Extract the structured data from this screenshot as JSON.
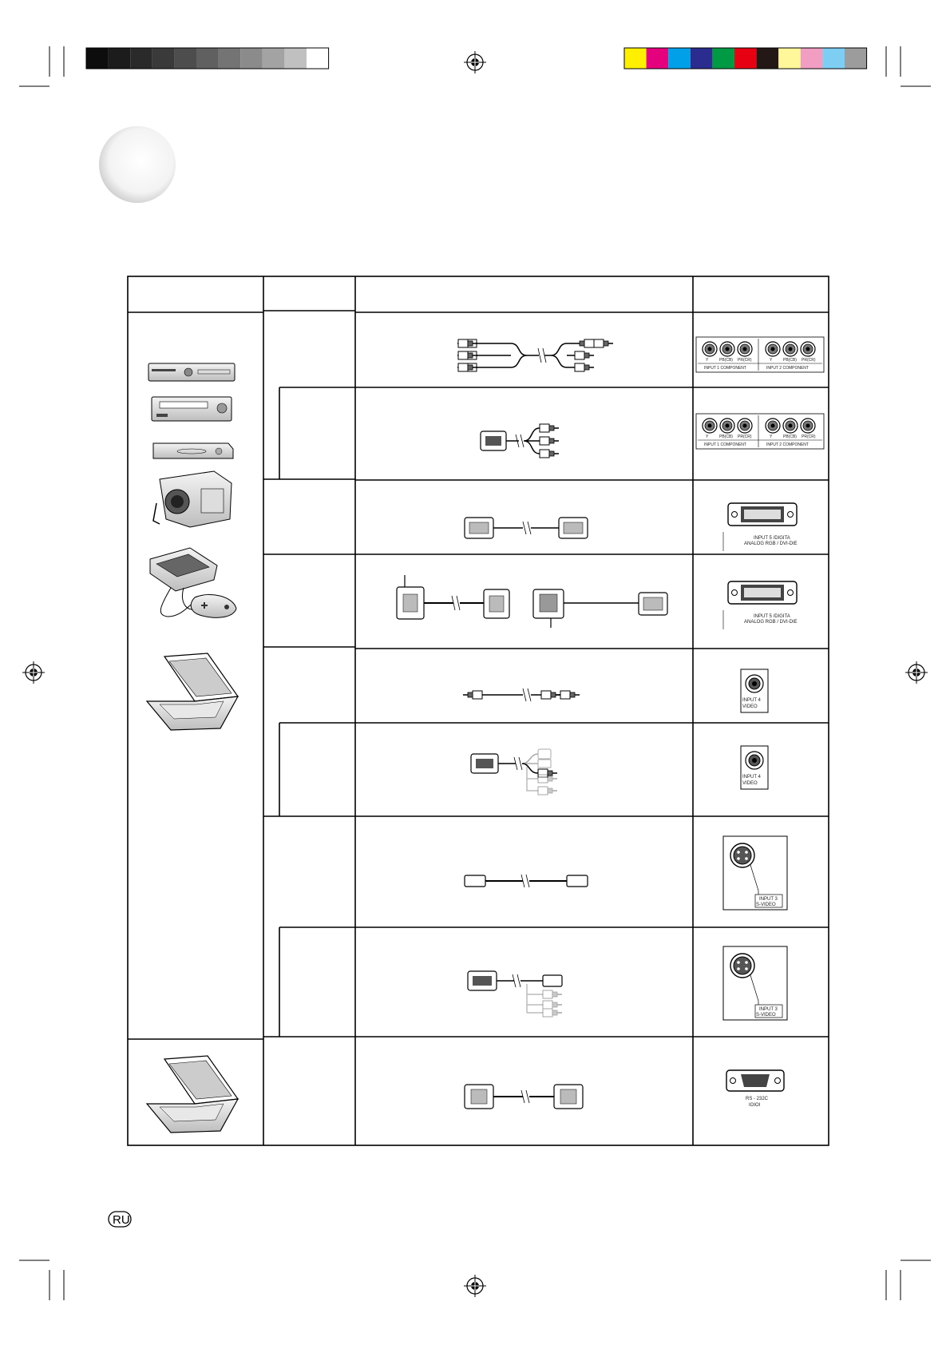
{
  "colors": {
    "grays": [
      "#0d0d0d",
      "#1c1c1c",
      "#2a2a2a",
      "#3a3a3a",
      "#4d4d4d",
      "#606060",
      "#747474",
      "#8b8b8b",
      "#a3a3a3",
      "#c0c0c0",
      "#ffffff"
    ],
    "process": [
      "#ffef00",
      "#e5007e",
      "#00a0e9",
      "#2a2d8f",
      "#009944",
      "#e60012",
      "#231815",
      "#fff799",
      "#f19ec2",
      "#7ecef4",
      "#9c9c9c"
    ],
    "border": "#000000"
  },
  "jacks": {
    "component_row_1": {
      "input1_labels": [
        "Y",
        "PB(CB)",
        "PR(CR)"
      ],
      "input2_labels": [
        "Y",
        "PB(CB)",
        "PR(CR)"
      ],
      "input1_caption": "INPUT 1 COMPONENT",
      "input2_caption": "INPUT 2 COMPONENT"
    },
    "component_row_2": {
      "input1_labels": [
        "Y",
        "PB(CB)",
        "PR(CR)"
      ],
      "input2_labels": [
        "Y",
        "PB(CB)",
        "PR(CR)"
      ],
      "input1_caption": "INPUT 1 COMPONENT",
      "input2_caption": "INPUT 2 COMPONENT"
    },
    "dvi_1": {
      "line1": "INPUT 5 /DIGITA",
      "line2": "ANALOG RGB / DVI-DIE"
    },
    "dvi_2": {
      "line1": "INPUT 5 /DIGITA",
      "line2": "ANALOG RGB / DVI-DIE"
    },
    "video_1": {
      "line1": "INPUT 4",
      "line2": "VIDEO"
    },
    "video_2": {
      "line1": "INPUT 4",
      "line2": "VIDEO"
    },
    "svideo_1": {
      "line1": "INPUT 3",
      "line2": "S-VIDEO"
    },
    "svideo_2": {
      "line1": "INPUT 3",
      "line2": "S-VIDEO"
    },
    "rs232c": {
      "line1": "RS - 232C",
      "line2": "IOIOI"
    }
  },
  "footer": {
    "language_badge": "RU"
  }
}
